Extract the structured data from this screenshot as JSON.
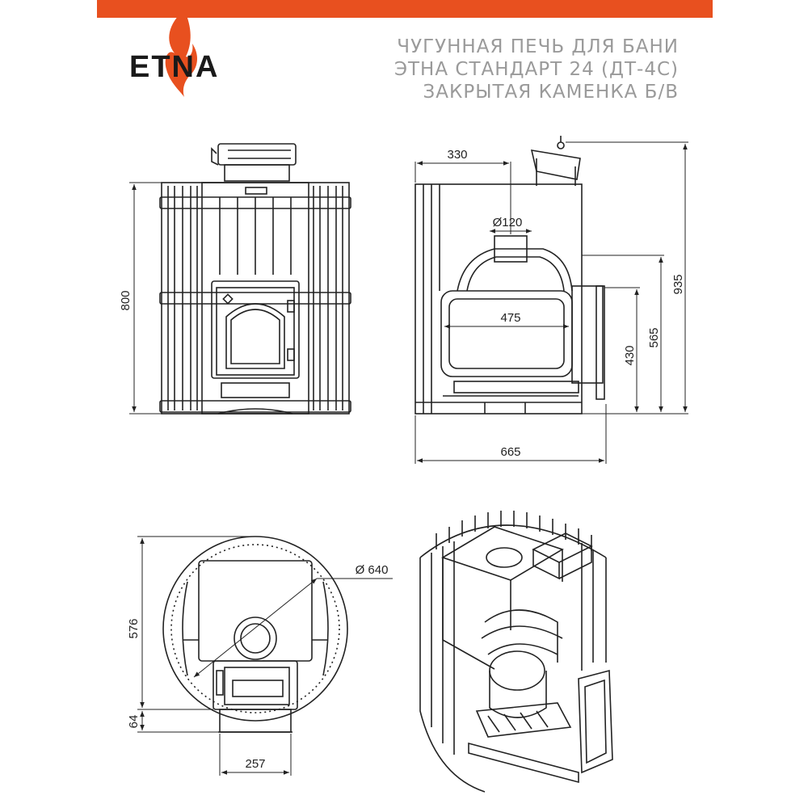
{
  "brand": {
    "logo_text": "ETNA",
    "accent_color": "#e8501f"
  },
  "title": {
    "line1": "ЧУГУННАЯ ПЕЧЬ ДЛЯ БАНИ",
    "line2": "ЭТНА СТАНДАРТ 24 (ДТ-4С)",
    "line3": "ЗАКРЫТАЯ КАМЕНКА Б/В"
  },
  "dimensions": {
    "front_height": "800",
    "side_chimney_offset": "330",
    "side_pipe_diameter": "Ø120",
    "side_firebox_width": "475",
    "side_total_height": "935",
    "side_height_565": "565",
    "side_height_430": "430",
    "side_depth": "665",
    "top_diameter": "Ø 640",
    "top_depth": "576",
    "top_door_offset": "64",
    "top_door_width": "257"
  }
}
